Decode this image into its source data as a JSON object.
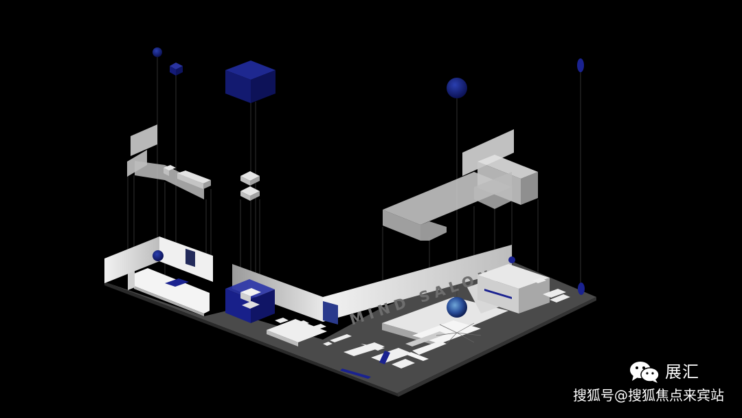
{
  "scene": {
    "signage_text": "MIND SALON",
    "accent_color": "#14196a",
    "floor_color": "#4a4a4a",
    "wall_color": "#e6e6e6"
  },
  "watermark": {
    "brand": "展汇",
    "source": "搜狐号@搜狐焦点来宾站",
    "logo_icon": "wechat-icon"
  }
}
